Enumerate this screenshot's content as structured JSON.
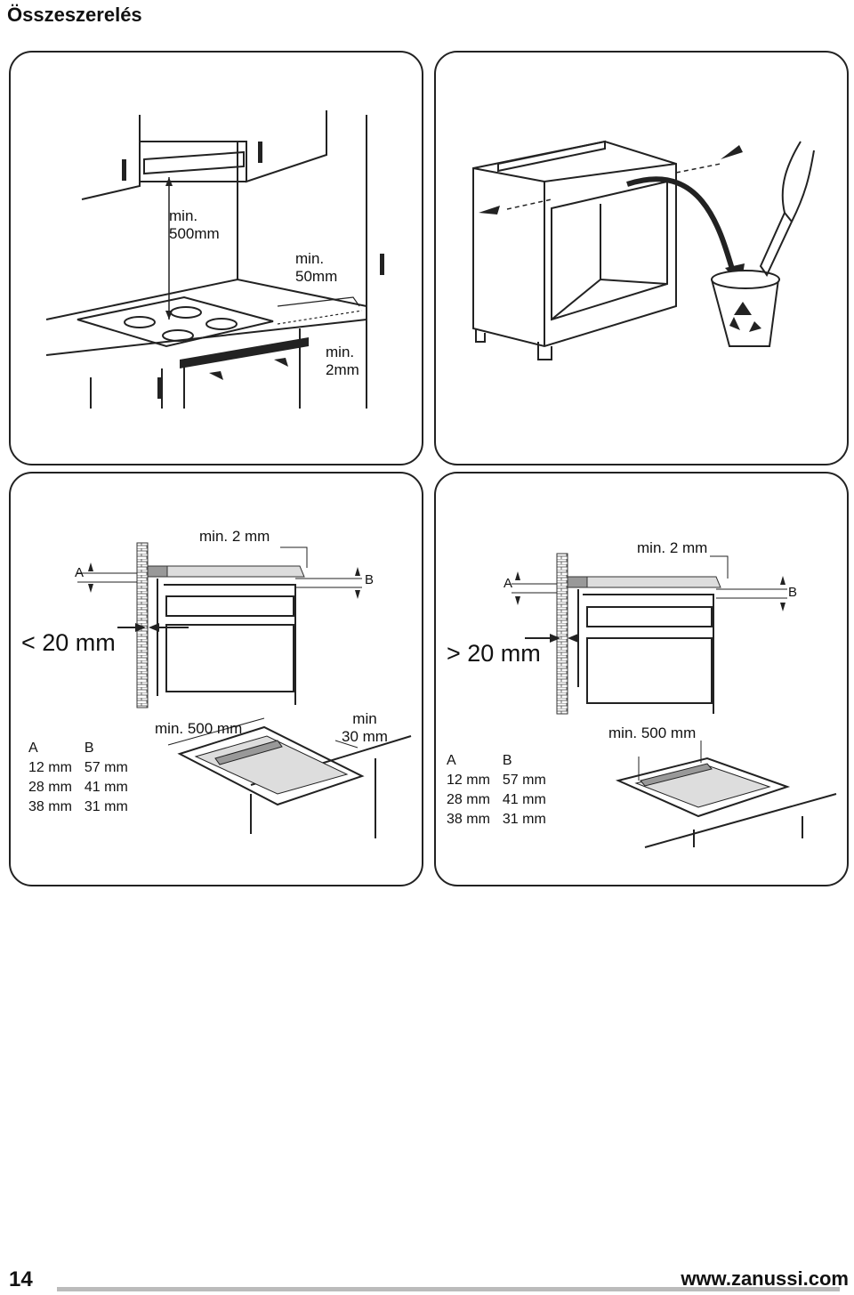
{
  "page_title": "Összeszerelés",
  "panel1": {
    "label_500": "min.\n500mm",
    "label_50": "min.\n50mm",
    "label_2": "min.\n2mm"
  },
  "panel3": {
    "label_min2": "min. 2 mm",
    "label_a": "A",
    "label_b": "B",
    "label_lt20": "< 20 mm",
    "label_min500": "min. 500 mm",
    "label_min30": "min\n30 mm",
    "table": {
      "head": [
        "A",
        "B"
      ],
      "rows": [
        [
          "12 mm",
          "57 mm"
        ],
        [
          "28 mm",
          "41 mm"
        ],
        [
          "38 mm",
          "31 mm"
        ]
      ]
    }
  },
  "panel4": {
    "label_min2": "min. 2 mm",
    "label_a": "A",
    "label_b": "B",
    "label_gt20": "> 20 mm",
    "label_min500": "min. 500 mm",
    "table": {
      "head": [
        "A",
        "B"
      ],
      "rows": [
        [
          "12 mm",
          "57 mm"
        ],
        [
          "28 mm",
          "41 mm"
        ],
        [
          "38 mm",
          "31 mm"
        ]
      ]
    }
  },
  "footer": {
    "page_number": "14",
    "url": "www.zanussi.com"
  }
}
